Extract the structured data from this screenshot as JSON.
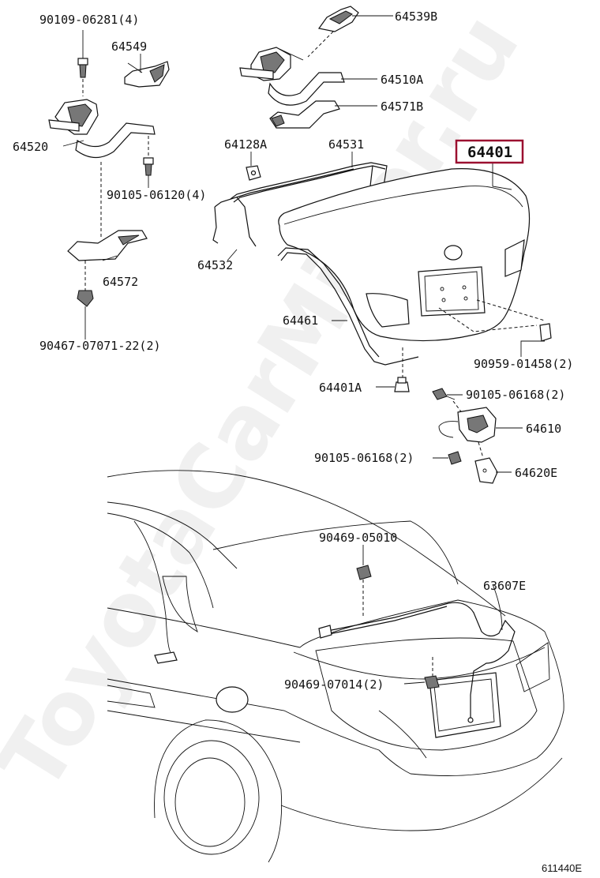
{
  "watermark": "ToyotaCarMiner.ru",
  "figure_id": "611440E",
  "highlight_color": "#9b1030",
  "parts": [
    {
      "id": "p-90109-06281",
      "label": "90109-06281(4)"
    },
    {
      "id": "p-64549",
      "label": "64549"
    },
    {
      "id": "p-64520",
      "label": "64520"
    },
    {
      "id": "p-90105-06120",
      "label": "90105-06120(4)"
    },
    {
      "id": "p-64572",
      "label": "64572"
    },
    {
      "id": "p-90467-07071-22",
      "label": "90467-07071-22(2)"
    },
    {
      "id": "p-64539b",
      "label": "64539B"
    },
    {
      "id": "p-64510a",
      "label": "64510A"
    },
    {
      "id": "p-64571b",
      "label": "64571B"
    },
    {
      "id": "p-64128a",
      "label": "64128A"
    },
    {
      "id": "p-64531",
      "label": "64531"
    },
    {
      "id": "p-64401",
      "label": "64401"
    },
    {
      "id": "p-64532",
      "label": "64532"
    },
    {
      "id": "p-64461",
      "label": "64461"
    },
    {
      "id": "p-90959-01458",
      "label": "90959-01458(2)"
    },
    {
      "id": "p-64401a",
      "label": "64401A"
    },
    {
      "id": "p-90105-06168-a",
      "label": "90105-06168(2)"
    },
    {
      "id": "p-64610",
      "label": "64610"
    },
    {
      "id": "p-90105-06168-b",
      "label": "90105-06168(2)"
    },
    {
      "id": "p-64620e",
      "label": "64620E"
    },
    {
      "id": "p-90469-05010",
      "label": "90469-05010"
    },
    {
      "id": "p-63607e",
      "label": "63607E"
    },
    {
      "id": "p-90469-07014",
      "label": "90469-07014(2)"
    }
  ]
}
